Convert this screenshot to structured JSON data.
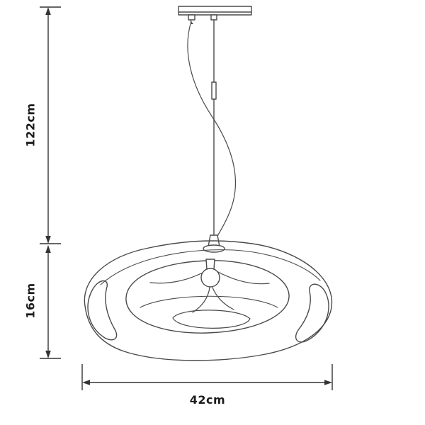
{
  "diagram": {
    "type": "product-dimension-drawing",
    "subject": "pendant-lamp",
    "dimensions": {
      "drop_height": "122cm",
      "shade_height": "16cm",
      "shade_width": "42cm"
    },
    "colors": {
      "line": "#4a4a4a",
      "dimension_line": "#333333",
      "text": "#1c1c1c",
      "background": "#ffffff"
    }
  }
}
